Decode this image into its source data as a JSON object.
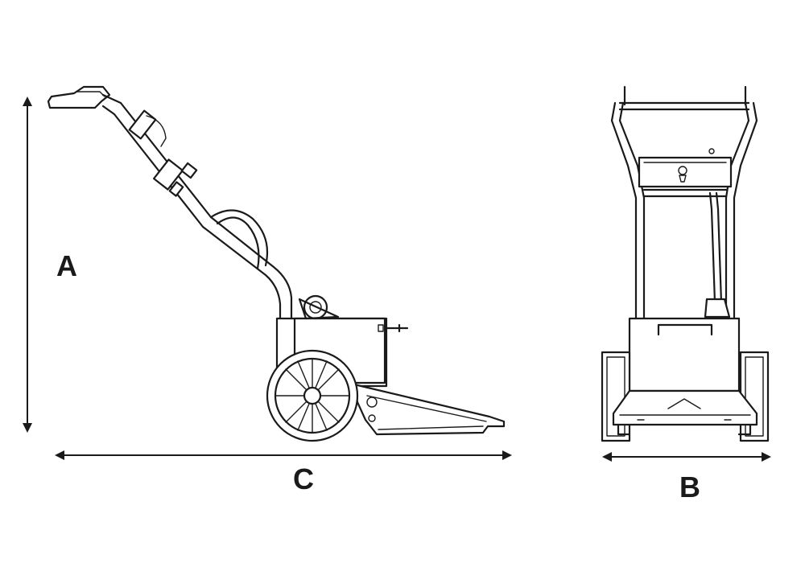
{
  "dimensions": {
    "height_label": "A",
    "width_label": "B",
    "length_label": "C"
  },
  "colors": {
    "line": "#1a1a1a",
    "background": "#ffffff"
  }
}
